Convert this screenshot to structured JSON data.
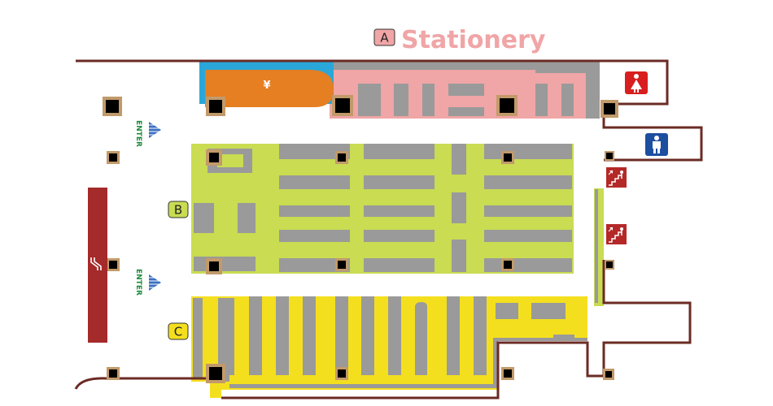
{
  "header": {
    "zone_letter": "A",
    "title": "Stationery"
  },
  "zones": {
    "b_letter": "B",
    "c_letter": "C"
  },
  "entrances": {
    "label": "ENTER"
  },
  "counter": {
    "symbol": "¥"
  },
  "icons": {
    "restroom_women": "female-restroom-icon",
    "restroom_men": "male-restroom-icon",
    "stairs": "stairs-icon",
    "elevator": "escalator-icon"
  },
  "colors": {
    "zone_a": "#f0a5a6",
    "zone_b": "#c9dc52",
    "zone_c": "#f4df1e",
    "shelf": "#9a9a9a",
    "wall": "#6b2b24",
    "counter": "#e67e22",
    "counter_edge": "#2aa7d8",
    "elevator_bar": "#a52a2a",
    "enter_text": "#1c8a3a",
    "enter_arrow": "#3a6fc0",
    "women_icon_bg": "#d81e1e",
    "men_icon_bg": "#1d4fa0",
    "sign_bg": "#b52828"
  }
}
